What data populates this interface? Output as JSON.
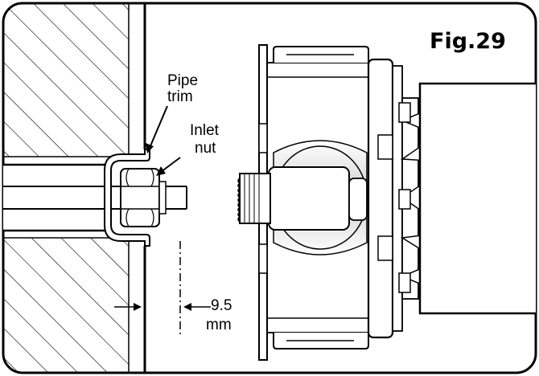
{
  "figure": {
    "label": "Fig.29"
  },
  "labels": {
    "pipe_trim": [
      "Pipe",
      "trim"
    ],
    "inlet_nut": [
      "Inlet",
      "nut"
    ],
    "dimension_value": "9.5",
    "dimension_unit": "mm"
  },
  "colors": {
    "line": "#000000",
    "background": "#ffffff",
    "shade": "#d8d8d8"
  }
}
